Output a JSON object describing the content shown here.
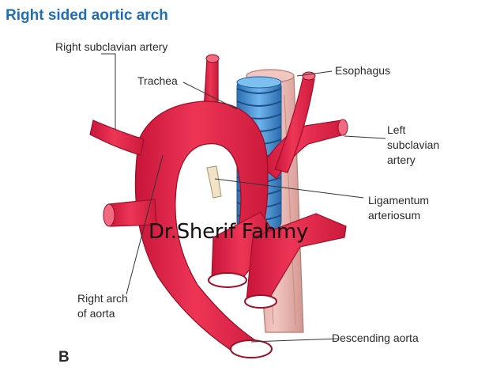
{
  "title": "Right sided aortic arch",
  "labels": {
    "right_subclavian_artery": "Right subclavian artery",
    "trachea": "Trachea",
    "esophagus": "Esophagus",
    "left_subclavian_artery": [
      "Left",
      "subclavian",
      "artery"
    ],
    "ligamentum_arteriosum": [
      "Ligamentum",
      "arteriosum"
    ],
    "right_arch_of_aorta": [
      "Right arch",
      "of aorta"
    ],
    "descending_aorta": "Descending aorta"
  },
  "watermark": "Dr.Sherif Fahmy",
  "figure_letter": "B",
  "colors": {
    "title": "#1f6fb5",
    "aorta": "#e8284a",
    "aorta_dark": "#b3132f",
    "trachea": "#3d8fd6",
    "esophagus": "#e8b2ac"
  }
}
